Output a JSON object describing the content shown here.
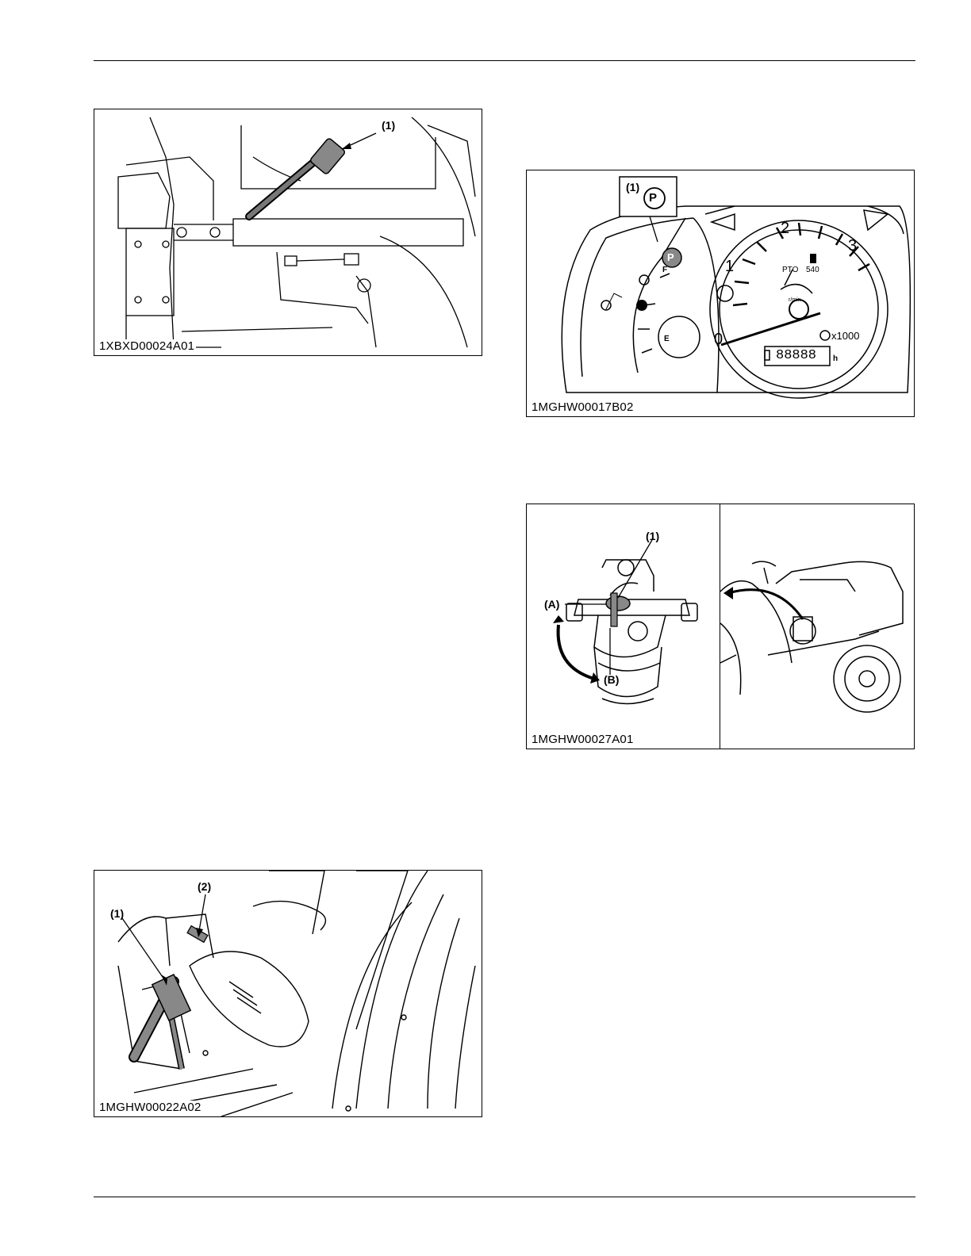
{
  "figures": {
    "fig1": {
      "code": "1XBXD00024A01",
      "callouts": [
        "(1)"
      ]
    },
    "fig2": {
      "code": "1MGHW00017B02",
      "callouts": [
        "(1)"
      ],
      "gauge": {
        "scale": [
          "0",
          "1",
          "2",
          "3"
        ],
        "multiplier": "x1000",
        "pto_label": "PTO",
        "pto_value": "540",
        "pto_unit": "r/min",
        "hour_meter": "88888",
        "hour_unit": "h",
        "fuel_full": "F",
        "fuel_empty": "E",
        "park_symbol": "P"
      }
    },
    "fig3": {
      "code": "1MGHW00027A01",
      "callouts": [
        "(1)",
        "(A)",
        "(B)"
      ]
    },
    "fig4": {
      "code": "1MGHW00022A02",
      "callouts": [
        "(1)",
        "(2)"
      ]
    }
  }
}
